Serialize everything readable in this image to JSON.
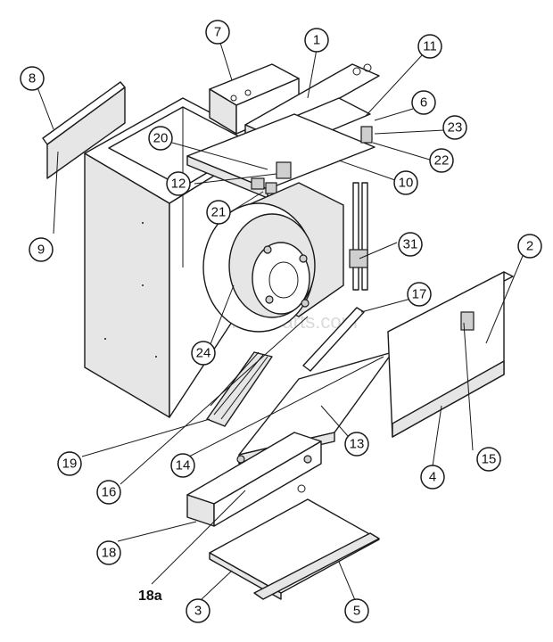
{
  "watermark": "eReplacementParts.com",
  "callouts": [
    {
      "id": "1",
      "label": "1"
    },
    {
      "id": "2",
      "label": "2"
    },
    {
      "id": "3",
      "label": "3"
    },
    {
      "id": "4",
      "label": "4"
    },
    {
      "id": "5",
      "label": "5"
    },
    {
      "id": "6",
      "label": "6"
    },
    {
      "id": "7",
      "label": "7"
    },
    {
      "id": "8",
      "label": "8"
    },
    {
      "id": "9",
      "label": "9"
    },
    {
      "id": "10",
      "label": "10"
    },
    {
      "id": "11",
      "label": "11"
    },
    {
      "id": "12",
      "label": "12"
    },
    {
      "id": "13",
      "label": "13"
    },
    {
      "id": "14",
      "label": "14"
    },
    {
      "id": "15",
      "label": "15"
    },
    {
      "id": "16",
      "label": "16"
    },
    {
      "id": "17",
      "label": "17"
    },
    {
      "id": "18",
      "label": "18"
    },
    {
      "id": "19",
      "label": "19"
    },
    {
      "id": "20",
      "label": "20"
    },
    {
      "id": "21",
      "label": "21"
    },
    {
      "id": "22",
      "label": "22"
    },
    {
      "id": "23",
      "label": "23"
    },
    {
      "id": "24",
      "label": "24"
    },
    {
      "id": "31",
      "label": "31"
    }
  ],
  "extra_label": "18a"
}
